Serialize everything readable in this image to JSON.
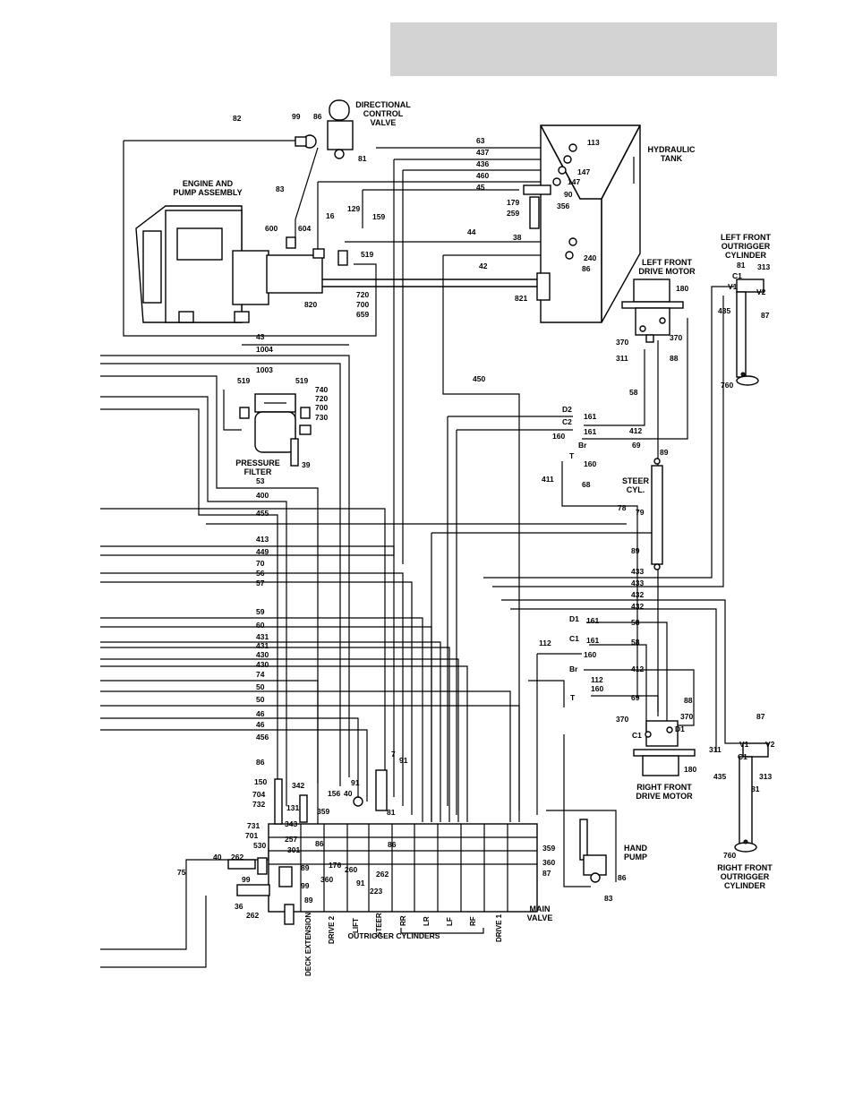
{
  "header_box": "",
  "components": {
    "directional_control_valve": [
      "DIRECTIONAL",
      "CONTROL",
      "VALVE"
    ],
    "hydraulic_tank": [
      "HYDRAULIC",
      "TANK"
    ],
    "engine_pump": [
      "ENGINE AND",
      "PUMP ASSEMBLY"
    ],
    "left_front_outrigger": [
      "LEFT FRONT",
      "OUTRIGGER",
      "CYLINDER"
    ],
    "left_front_drive_motor": [
      "LEFT FRONT",
      "DRIVE MOTOR"
    ],
    "pressure_filter": [
      "PRESSURE",
      "FILTER"
    ],
    "steer_cyl": [
      "STEER",
      "CYL."
    ],
    "hand_pump": [
      "HAND",
      "PUMP"
    ],
    "right_front_drive_motor": [
      "RIGHT FRONT",
      "DRIVE MOTOR"
    ],
    "right_front_outrigger": [
      "RIGHT FRONT",
      "OUTRIGGER",
      "CYLINDER"
    ],
    "main_valve": [
      "MAIN",
      "VALVE"
    ]
  },
  "main_valve_sections": [
    "DECK EXTENSION",
    "DRIVE 2",
    "LIFT",
    "STEER",
    "RR",
    "LR",
    "LF",
    "RF",
    "DRIVE 1"
  ],
  "outrigger_cylinders_label": "OUTRIGGER CYLINDERS",
  "top_hose_labels": [
    "82",
    "99",
    "86",
    "81",
    "83",
    "63",
    "437",
    "436",
    "460",
    "45",
    "44",
    "42",
    "16",
    "129",
    "159",
    "600",
    "604",
    "519",
    "720",
    "700",
    "659",
    "820",
    "821",
    "113",
    "147",
    "147",
    "90",
    "356",
    "179",
    "259",
    "38",
    "240",
    "86"
  ],
  "left_hose_labels": [
    "43",
    "1004",
    "1003",
    "519",
    "519",
    "740",
    "720",
    "700",
    "730",
    "39",
    "53",
    "400",
    "455",
    "413",
    "449",
    "70",
    "56",
    "57",
    "59",
    "60",
    "431",
    "431",
    "430",
    "430",
    "74",
    "50",
    "50",
    "46",
    "46",
    "456",
    "86"
  ],
  "right_labels": [
    "180",
    "370",
    "370",
    "311",
    "88",
    "450",
    "58",
    "D2",
    "161",
    "C2",
    "161",
    "160",
    "Br",
    "412",
    "69",
    "T",
    "160",
    "411",
    "68",
    "89",
    "78",
    "79",
    "89",
    "433",
    "433",
    "432",
    "432",
    "D1",
    "161",
    "C1",
    "161",
    "58",
    "112",
    "160",
    "Br",
    "58",
    "412",
    "112",
    "160",
    "T",
    "69",
    "88",
    "370",
    "370",
    "C1",
    "D1",
    "311",
    "180",
    "81",
    "313",
    "V1",
    "V2",
    "87",
    "C1",
    "435",
    "760",
    "87",
    "V1",
    "V2",
    "C1",
    "313",
    "435",
    "81",
    "760"
  ],
  "main_valve_labels": [
    "150",
    "704",
    "732",
    "731",
    "701",
    "530",
    "342",
    "131",
    "343",
    "257",
    "301",
    "359",
    "156",
    "40",
    "91",
    "7",
    "91",
    "81",
    "86",
    "86",
    "176",
    "260",
    "91",
    "262",
    "223",
    "360",
    "89",
    "99",
    "89",
    "40",
    "262",
    "99",
    "75",
    "36",
    "262",
    "359",
    "360",
    "87",
    "83",
    "86"
  ]
}
